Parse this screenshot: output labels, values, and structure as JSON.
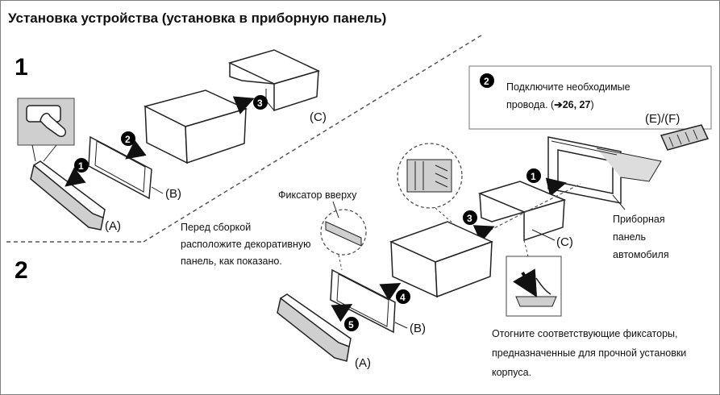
{
  "title": "Установка устройства (установка в приборную панель)",
  "steps": {
    "first": "1",
    "second": "2"
  },
  "callouts": {
    "one": "1",
    "two": "2",
    "three": "3",
    "four": "4",
    "five": "5"
  },
  "parts": {
    "a": "(A)",
    "b": "(B)",
    "c": "(C)",
    "ef": "(E)/(F)"
  },
  "connect_note": {
    "line1": "Подключите необходимые",
    "line2_prefix": "провода. (",
    "line2_ref": "26, 27",
    "line2_suffix": ")"
  },
  "latch_label": "Фиксатор вверху",
  "faceplate_note": {
    "line1": "Перед сборкой",
    "line2": "расположите декоративную",
    "line3": "панель, как показано."
  },
  "dashboard_label": {
    "line1": "Приборная",
    "line2": "панель",
    "line3": "автомобиля"
  },
  "bend_note": {
    "line1": "Отогните соответствующие фиксаторы,",
    "line2": "предназначенные для прочной установки",
    "line3": "корпуса."
  },
  "colors": {
    "callout_fill": "#000000",
    "panel_gray": "#cfcfcf",
    "stroke": "#222222"
  }
}
